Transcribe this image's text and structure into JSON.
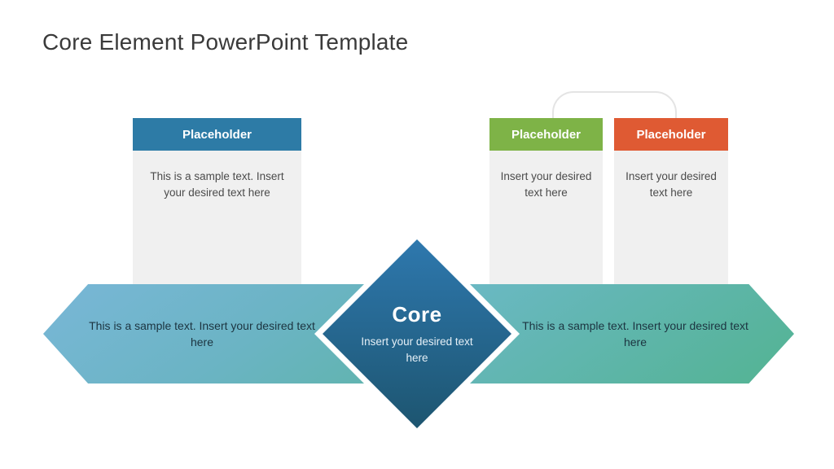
{
  "title": "Core Element PowerPoint Template",
  "cards": [
    {
      "id": "blue-card",
      "header_label": "Placeholder",
      "header_color": "#2d7ba6",
      "body_text": "This is a sample text. Insert your desired text here"
    },
    {
      "id": "green-card",
      "header_label": "Placeholder",
      "header_color": "#7eb347",
      "body_text": "Insert your desired text here"
    },
    {
      "id": "orange-card",
      "header_label": "Placeholder",
      "header_color": "#df5a33",
      "body_text": "Insert your desired text here"
    }
  ],
  "arrows": {
    "left_text": "This is a sample text. Insert your desired text here",
    "right_text": "This is a sample text. Insert your desired text here",
    "gradient_start": "#79b7d7",
    "gradient_end": "#53b392"
  },
  "core": {
    "label": "Core",
    "description": "Insert your desired text here",
    "gradient_top": "#2e78ae",
    "gradient_bottom": "#1d5570"
  },
  "colors": {
    "card_body_bg": "#f0f0f0",
    "connector_stroke": "#e4e4e4",
    "title_text": "#3a3a3a",
    "arrow_text": "#1c3440"
  }
}
